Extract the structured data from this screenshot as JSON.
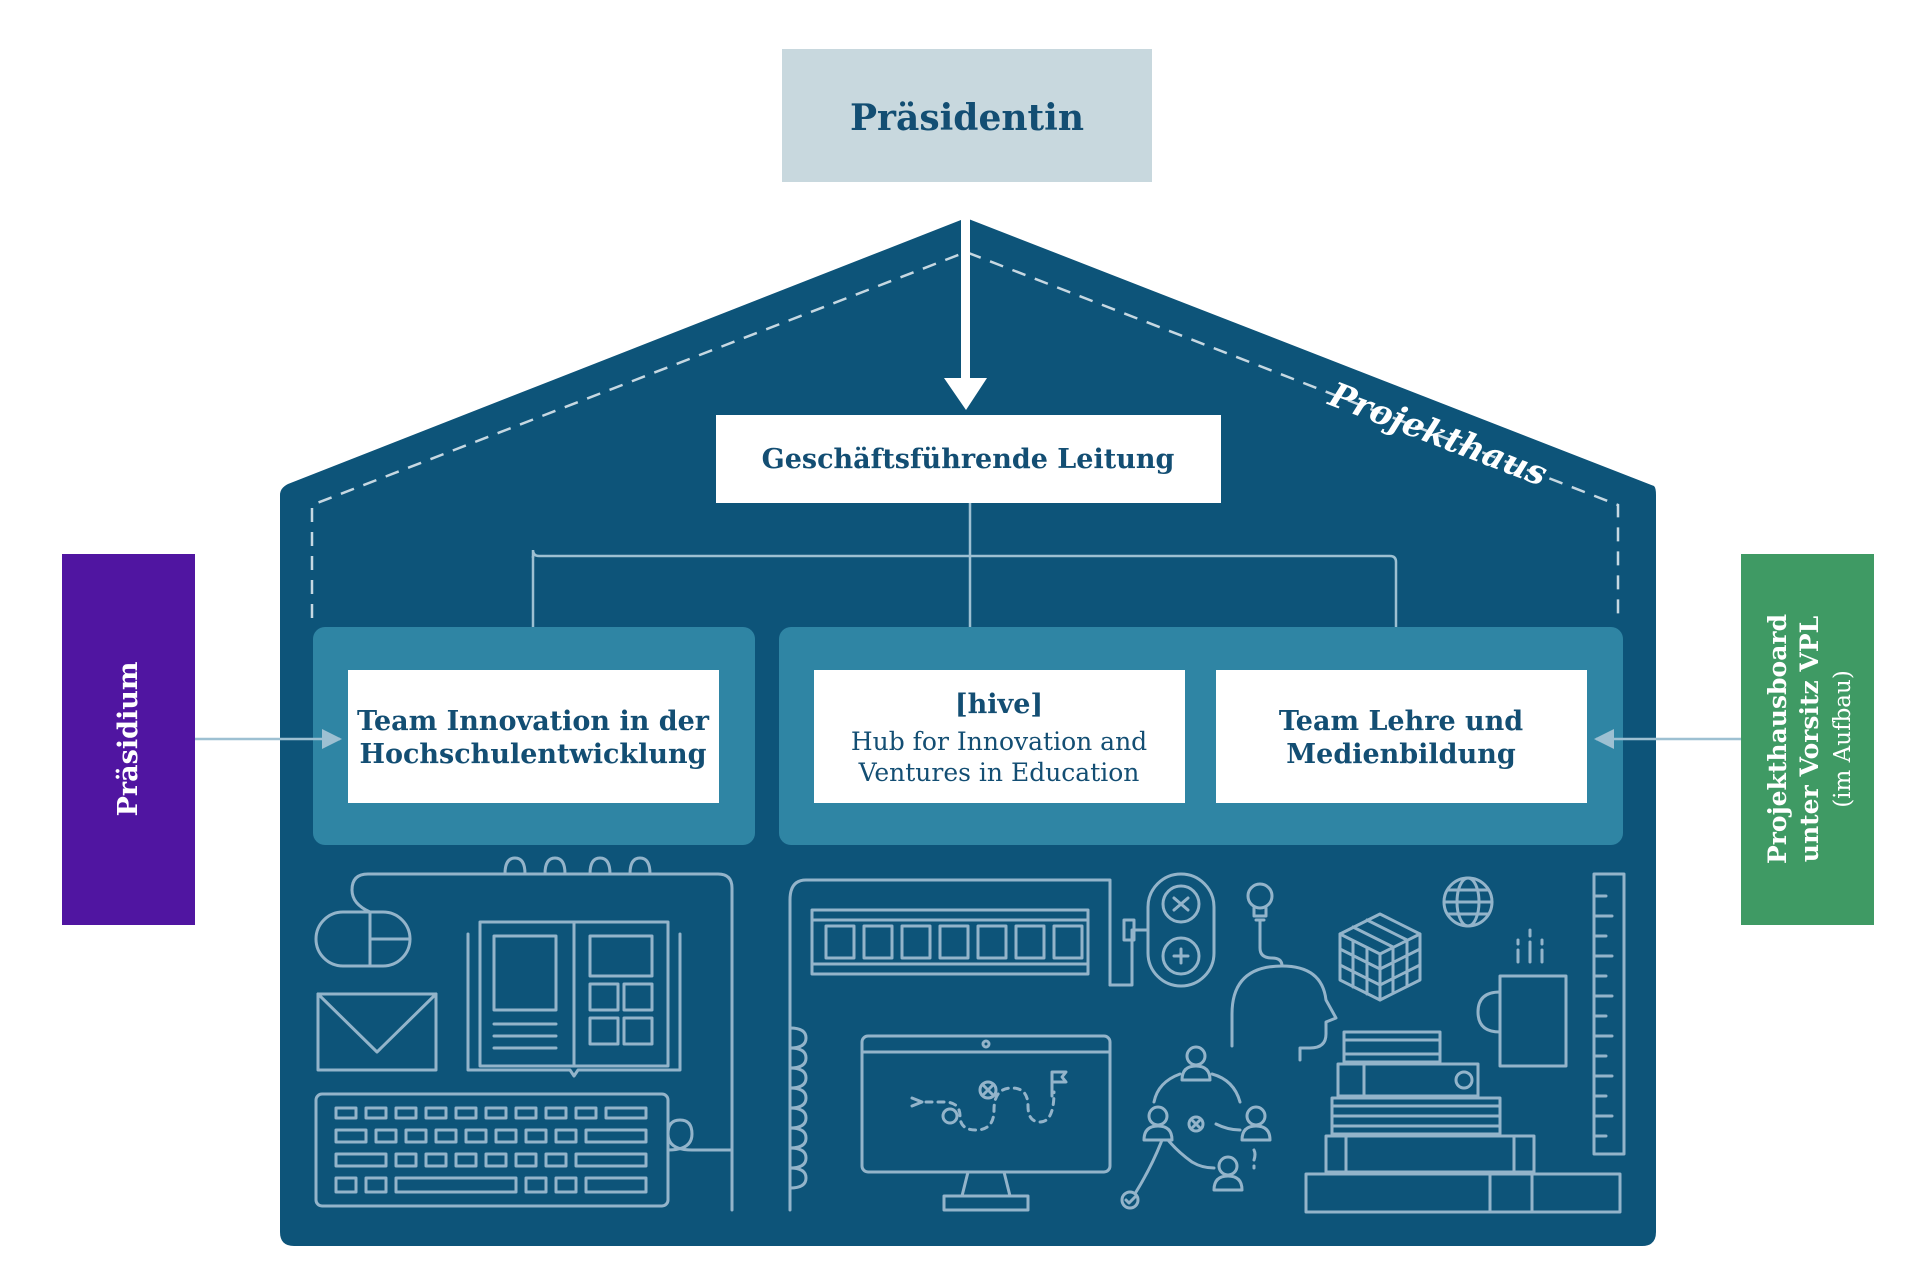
{
  "top_box": {
    "label": "Präsidentin"
  },
  "house": {
    "label": "Projekthaus"
  },
  "management": {
    "label": "Geschäftsführende Leitung"
  },
  "teams": {
    "innovation": {
      "line1": "Team Innovation in der",
      "line2": "Hochschulentwicklung"
    },
    "hive": {
      "title": "[hive]",
      "line1": "Hub for Innovation and",
      "line2": "Ventures in Education"
    },
    "lehre": {
      "line1": "Team Lehre und",
      "line2": "Medienbildung"
    }
  },
  "side_left": {
    "label": "Präsidium"
  },
  "side_right": {
    "line1": "Projekthausboard",
    "line2": "unter Vorsitz VPL",
    "line3": "(im Aufbau)"
  },
  "colors": {
    "house": "#0d5479",
    "team_group": "#2f85a4",
    "top_box": "#c8d8de",
    "text_dark": "#134e73",
    "presidium": "#5015a1",
    "board": "#3f9a64",
    "icon_line": "#93b4ca"
  },
  "icons": [
    "mouse-icon",
    "envelope-icon",
    "keyboard-icon",
    "book-icon",
    "film-strip-icon",
    "gamepad-icon",
    "monitor-icon",
    "idea-head-icon",
    "rubiks-cube-icon",
    "globe-icon",
    "coffee-mug-icon",
    "book-stack-icon",
    "ruler-icon",
    "workflow-icon"
  ]
}
